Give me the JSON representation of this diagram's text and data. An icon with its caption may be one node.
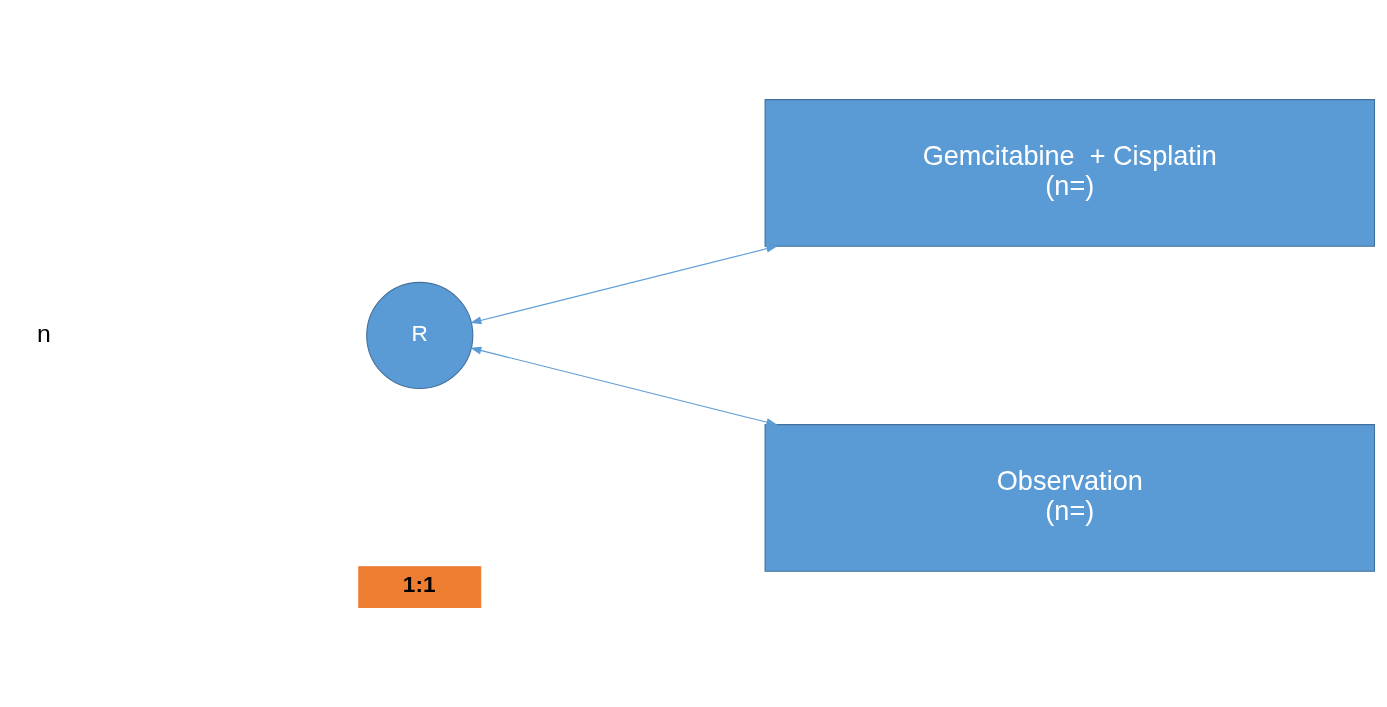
{
  "diagram": {
    "nodes": [
      {
        "text": [
          "R"
        ]
      },
      {
        "text": [
          "1:1"
        ]
      },
      {
        "text": [
          "Gemcitabine  + Cisplatin",
          "(n=)"
        ]
      },
      {
        "text": [
          "Observation",
          "(n=)"
        ]
      }
    ],
    "edges": [
      {
        "from": 0,
        "to": 2,
        "arrow": "both"
      },
      {
        "from": 0,
        "to": 3,
        "arrow": "both"
      }
    ],
    "labels": [
      "n"
    ]
  }
}
